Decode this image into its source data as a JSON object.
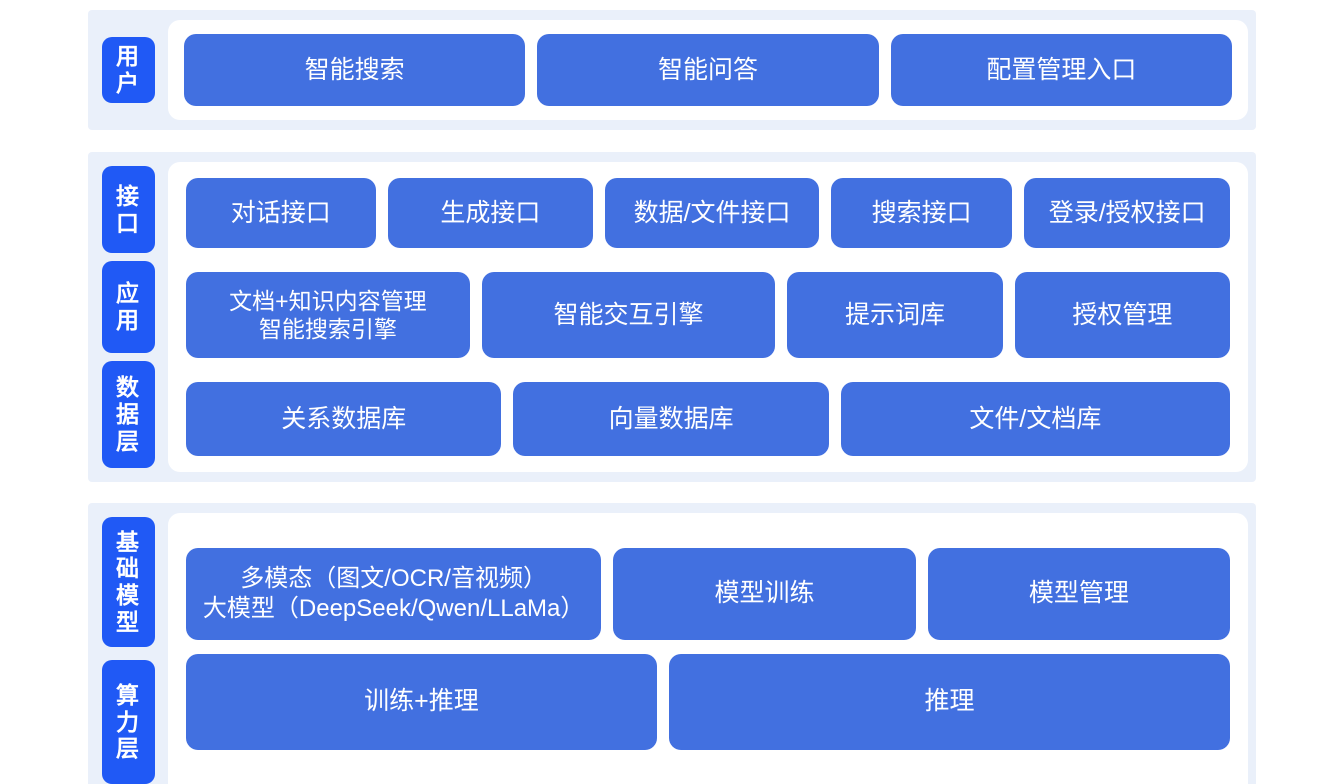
{
  "theme": {
    "tab_color": "#2059f5",
    "box_color": "#4270e0",
    "section_bg": "#eaf0fa",
    "panel_bg": "#ffffff",
    "page_bg": "#ffffff",
    "text_color": "#ffffff"
  },
  "sections": [
    {
      "id": "user",
      "tabs": [
        {
          "label": "用户"
        }
      ],
      "rows": [
        {
          "id": "user-apps",
          "boxes": [
            {
              "label": "智能搜索"
            },
            {
              "label": "智能问答"
            },
            {
              "label": "配置管理入口"
            }
          ]
        }
      ]
    },
    {
      "id": "platform",
      "tabs": [
        {
          "label": "接口"
        },
        {
          "label": "应用"
        },
        {
          "label": "数据层"
        }
      ],
      "rows": [
        {
          "id": "interface",
          "boxes": [
            {
              "label": "对话接口"
            },
            {
              "label": "生成接口"
            },
            {
              "label": "数据/文件接口"
            },
            {
              "label": "搜索接口"
            },
            {
              "label": "登录/授权接口"
            }
          ]
        },
        {
          "id": "application",
          "boxes": [
            {
              "label": "文档+知识内容管理\n智能搜索引擎"
            },
            {
              "label": "智能交互引擎"
            },
            {
              "label": "提示词库"
            },
            {
              "label": "授权管理"
            }
          ]
        },
        {
          "id": "data",
          "boxes": [
            {
              "label": "关系数据库"
            },
            {
              "label": "向量数据库"
            },
            {
              "label": "文件/文档库"
            }
          ]
        }
      ]
    },
    {
      "id": "infra",
      "tabs": [
        {
          "label": "基础模型"
        },
        {
          "label": "算力层"
        }
      ],
      "rows": [
        {
          "id": "model",
          "boxes": [
            {
              "label": "多模态（图文/OCR/音视频）\n大模型（DeepSeek/Qwen/LLaMa）"
            },
            {
              "label": "模型训练"
            },
            {
              "label": "模型管理"
            }
          ]
        },
        {
          "id": "compute",
          "boxes": [
            {
              "label": "训练+推理"
            },
            {
              "label": "推理"
            }
          ]
        }
      ]
    }
  ]
}
